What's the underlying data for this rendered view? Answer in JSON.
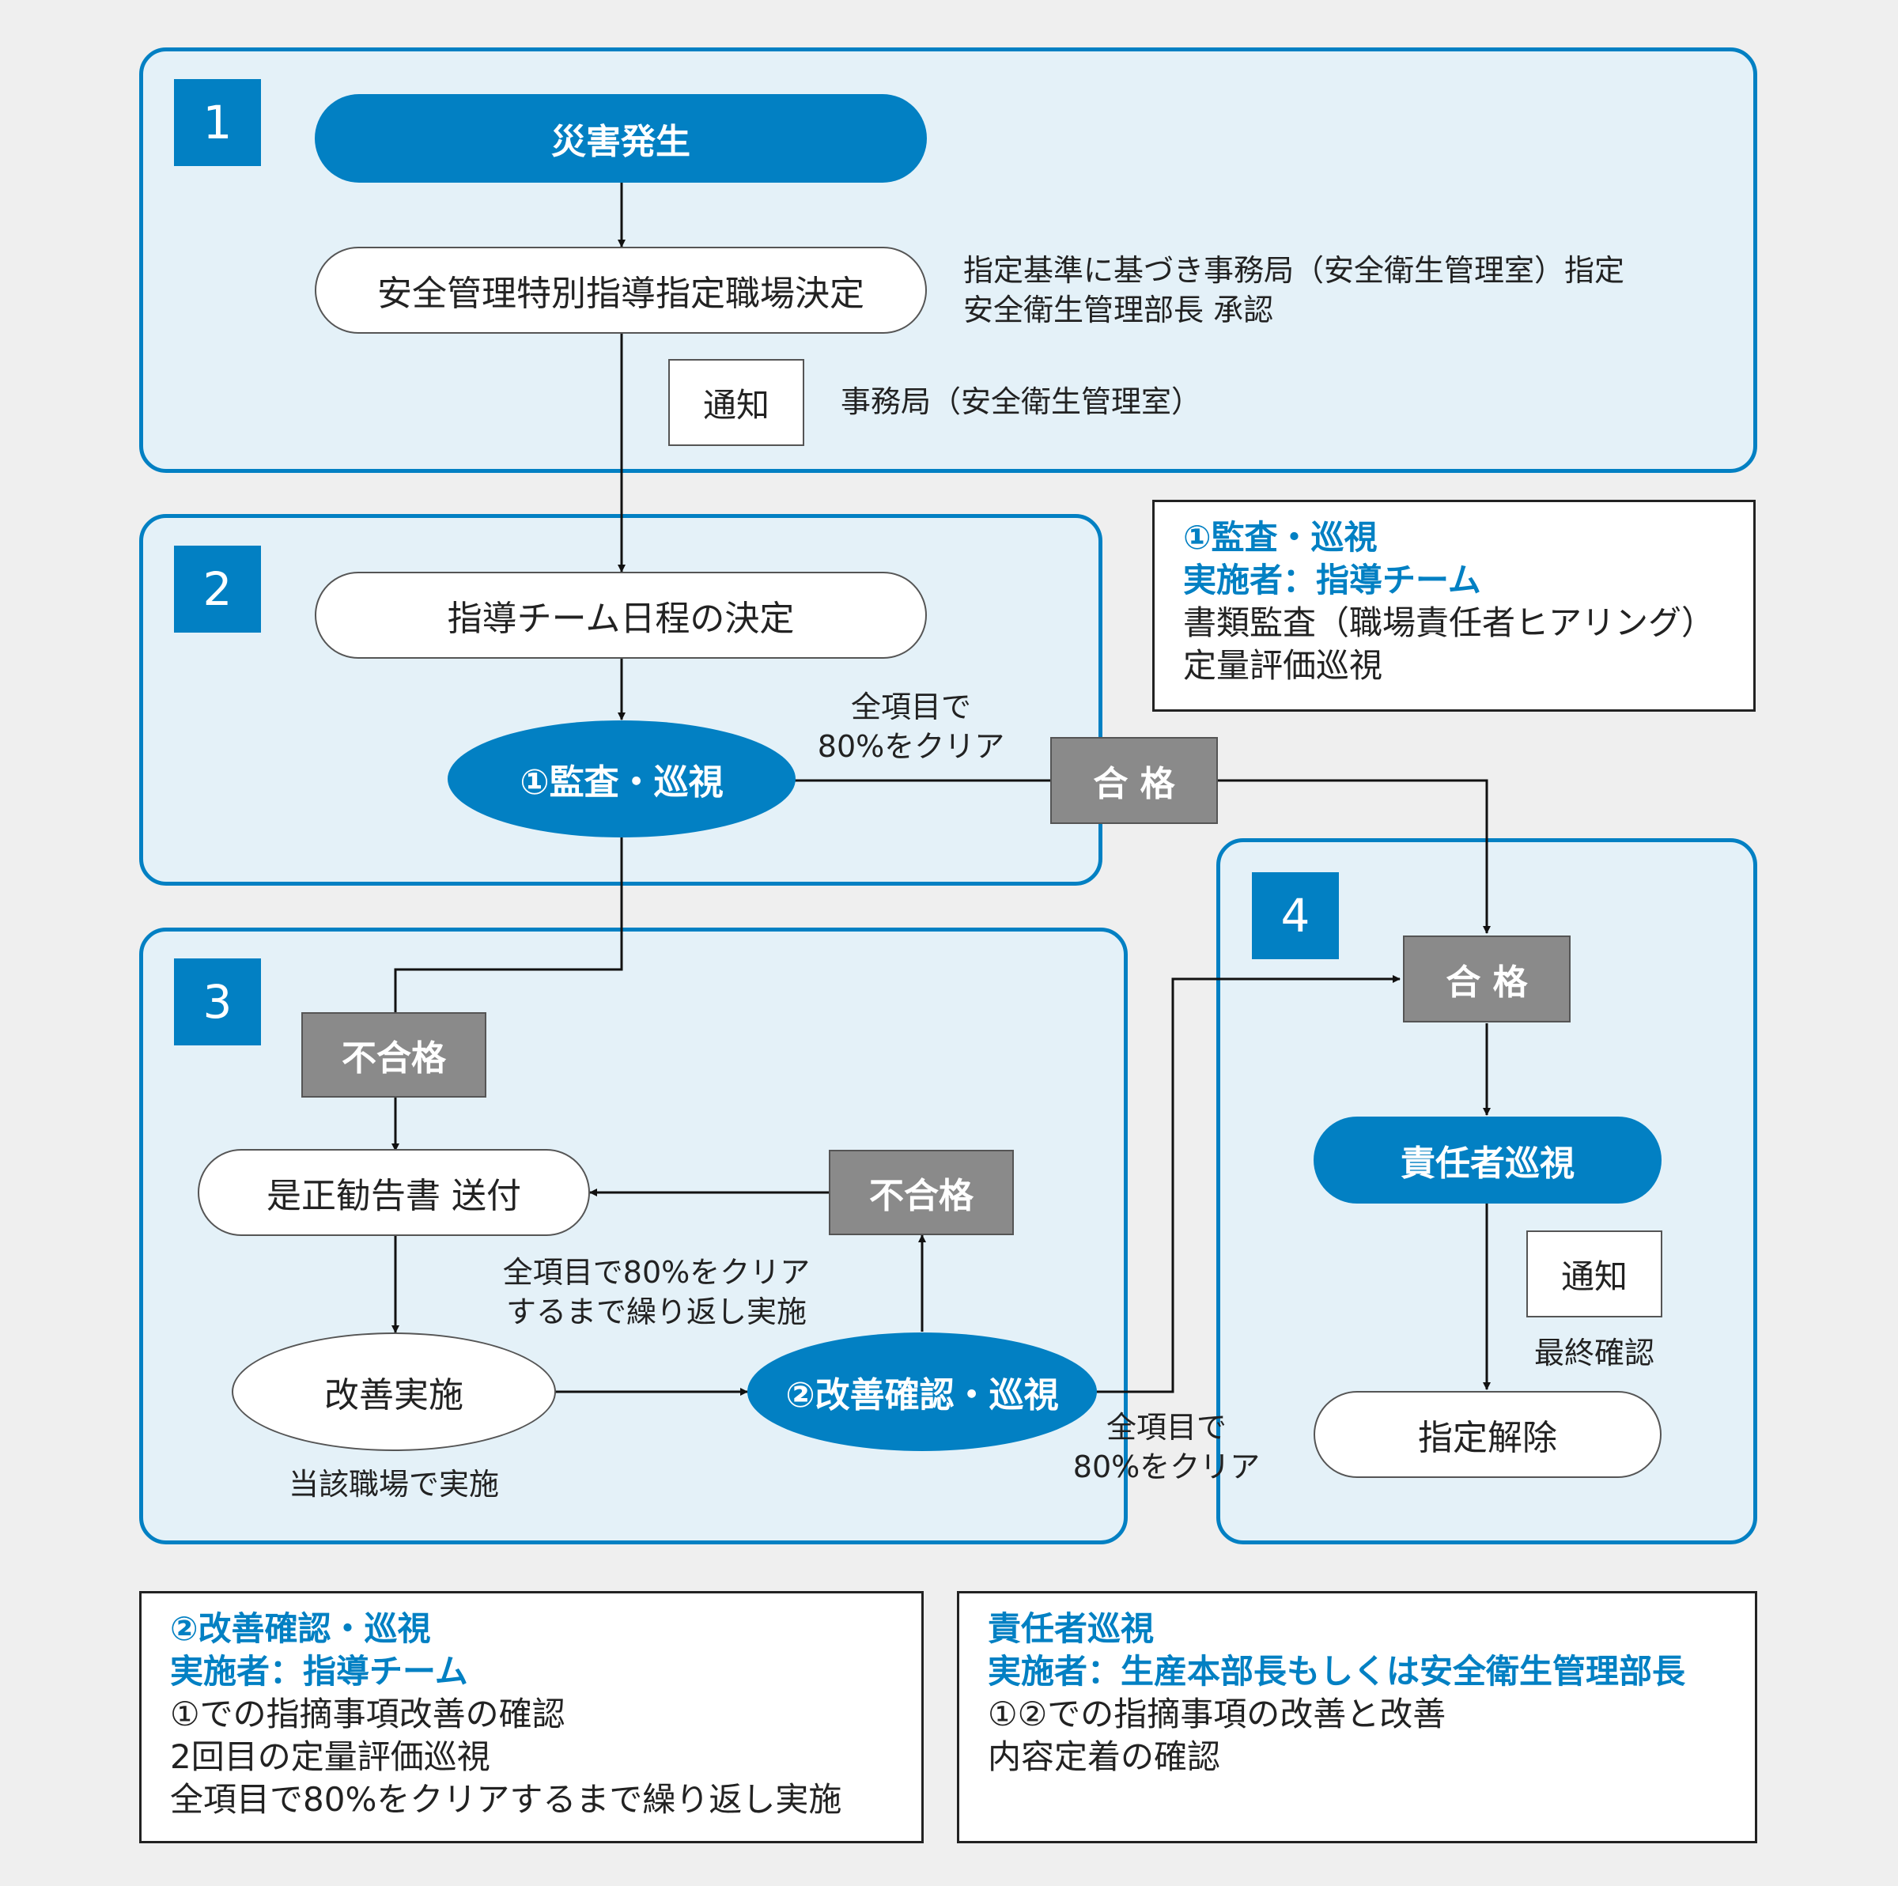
{
  "colors": {
    "accent": "#0280c3",
    "panel_fill": "#e4f1f8",
    "gray_box": "#8a8a8a",
    "background": "#efefef"
  },
  "section_numbers": [
    "1",
    "2",
    "3",
    "4"
  ],
  "section1": {
    "disaster": "災害発生",
    "decision": "安全管理特別指導指定職場決定",
    "decision_note": [
      "指定基準に基づき事務局（安全衛生管理室）指定",
      "安全衛生管理部長 承認"
    ],
    "notice": "通知",
    "notice_note": "事務局（安全衛生管理室）"
  },
  "section2": {
    "schedule": "指導チーム日程の決定",
    "audit": "①監査・巡視",
    "clear_note": [
      "全項目で",
      "80%をクリア"
    ],
    "pass": "合 格"
  },
  "section3": {
    "fail_top": "不合格",
    "recommend": "是正勧告書 送付",
    "fail_right": "不合格",
    "repeat_note": [
      "全項目で80%をクリア",
      "するまで繰り返し実施"
    ],
    "improve": "改善実施",
    "improve_note": "当該職場で実施",
    "recheck": "②改善確認・巡視",
    "clear_note": [
      "全項目で",
      "80%をクリア"
    ]
  },
  "section4": {
    "pass": "合 格",
    "manager_patrol": "責任者巡視",
    "notice": "通知",
    "final_note": "最終確認",
    "release": "指定解除"
  },
  "info_audit": {
    "heading": [
      "①監査・巡視",
      "実施者：指導チーム"
    ],
    "body": [
      "書類監査（職場責任者ヒアリング）",
      "定量評価巡視"
    ]
  },
  "info_recheck": {
    "heading": [
      "②改善確認・巡視",
      "実施者：指導チーム"
    ],
    "body": [
      "①での指摘事項改善の確認",
      "2回目の定量評価巡視",
      "全項目で80%をクリアするまで繰り返し実施"
    ]
  },
  "info_manager": {
    "heading": [
      "責任者巡視",
      "実施者：生産本部長もしくは安全衛生管理部長"
    ],
    "body": [
      "①②での指摘事項の改善と改善",
      "内容定着の確認"
    ]
  }
}
